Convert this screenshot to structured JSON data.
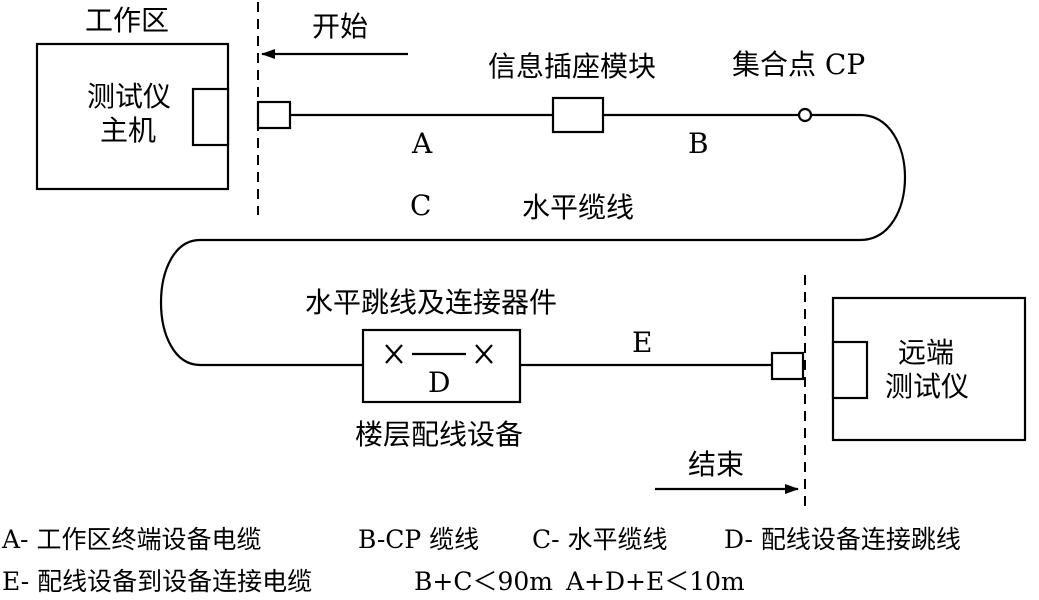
{
  "labels": {
    "work_area": "工作区",
    "start": "开始",
    "tester_host": [
      "测试仪",
      "主机"
    ],
    "outlet_module": "信息插座模块",
    "cp": "集合点 CP",
    "seg_a": "A",
    "seg_b": "B",
    "seg_c": "C",
    "horizontal_cable": "水平缆线",
    "patch_cord": "水平跳线及连接器件",
    "seg_e": "E",
    "seg_d": "D",
    "floor_distribution": "楼层配线设备",
    "remote_tester": [
      "远端",
      "测试仪"
    ],
    "end": "结束"
  },
  "legend": {
    "line1": [
      "A- 工作区终端设备电缆",
      "B-CP 缆线",
      "C- 水平缆线",
      "D- 配线设备连接跳线"
    ],
    "line2": [
      "E- 配线设备到设备连接电缆",
      "B+C＜90m",
      "A+D+E＜10m"
    ]
  }
}
